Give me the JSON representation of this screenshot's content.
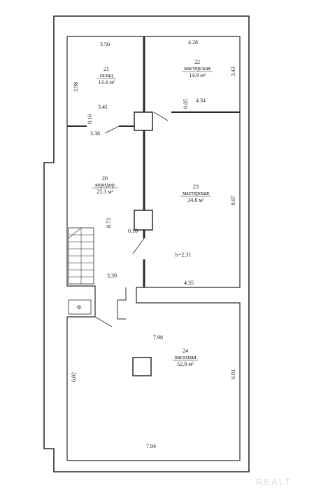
{
  "rooms": [
    {
      "number": "21",
      "name": "склад",
      "area": "13.4 м²"
    },
    {
      "number": "22",
      "name": "мастерская",
      "area": "14.9 м²"
    },
    {
      "number": "20",
      "name": "коридор",
      "area": "25.3 м²"
    },
    {
      "number": "23",
      "name": "мастерская",
      "area": "34.8 м²"
    },
    {
      "number": "24",
      "name": "насосная",
      "area": "52.9 м²"
    }
  ],
  "dimensions": {
    "d_3_50": "3.50",
    "d_4_28": "4.28",
    "d_3_98": "3.98",
    "d_3_43": "3.43",
    "d_0_16a": "0.16",
    "d_3_41": "3.41",
    "d_3_38": "3.38",
    "d_0_05": "0.05",
    "d_4_34": "4.34",
    "d_8_73": "8.73",
    "d_8_07": "8.07",
    "d_0_16b": "0.16",
    "d_3_39": "3.39",
    "d_4_35": "4.35",
    "d_7_98": "7.98",
    "d_6_02": "6.02",
    "d_6_91": "6.91",
    "d_7_94": "7.94"
  },
  "height_note": "h=2.31",
  "phi_label": "Ф.",
  "watermark": "REALT"
}
